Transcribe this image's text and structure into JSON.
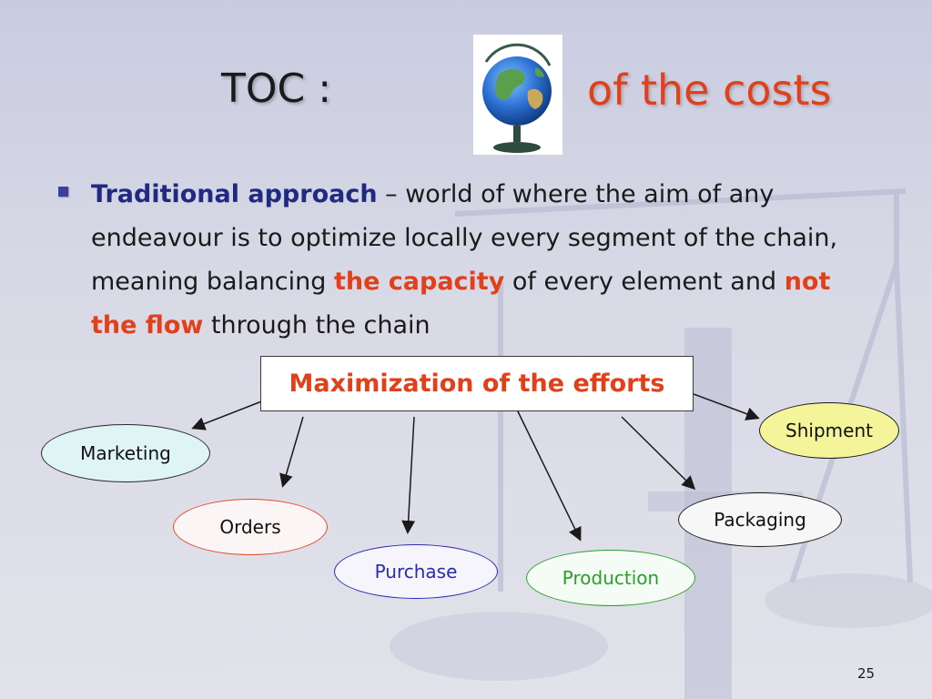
{
  "slide": {
    "title_left": "TOC :",
    "title_right": "of the costs",
    "bullet": {
      "lead": "Traditional approach",
      "text_1": " – world of where the aim of any endeavour is to optimize locally every segment of the chain, meaning balancing ",
      "highlight_1": "the capacity",
      "text_2": " of every element and ",
      "highlight_2": "not the flow",
      "text_3": " through the chain"
    },
    "center_box": "Maximization of the efforts",
    "nodes": {
      "marketing": "Marketing",
      "orders": "Orders",
      "purchase": "Purchase",
      "production": "Production",
      "packaging": "Packaging",
      "shipment": "Shipment"
    },
    "page_number": "25"
  },
  "colors": {
    "title_accent": "#e0401a",
    "lead_blue": "#1f2a80",
    "purchase_blue": "#2b2bb0",
    "production_green": "#2aa02a",
    "shipment_yellow": "#f4f59a",
    "marketing_cyan": "#dff4f4"
  },
  "icons": {
    "globe": "globe-icon",
    "bullet": "square-bullet-icon"
  }
}
